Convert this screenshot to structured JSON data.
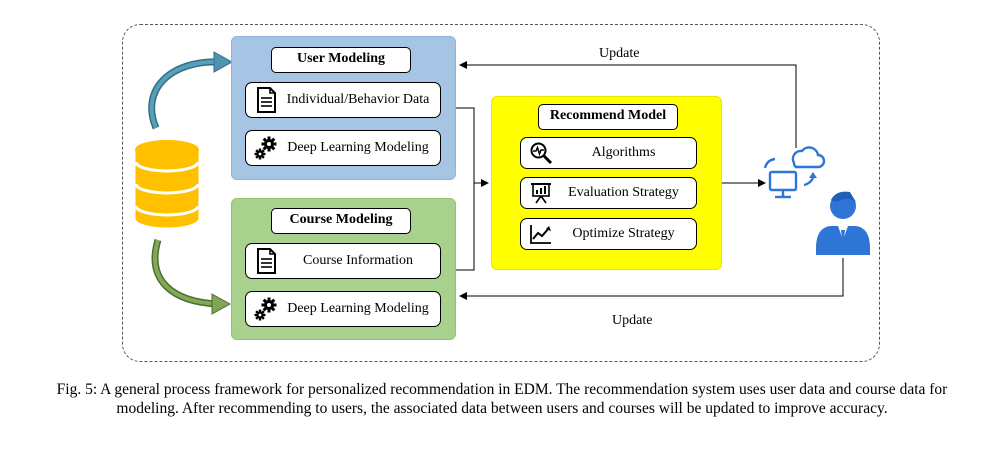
{
  "user_modeling": {
    "title": "User Modeling",
    "items": [
      {
        "label": "Individual/Behavior Data",
        "icon": "document-icon"
      },
      {
        "label": "Deep Learning  Modeling",
        "icon": "gears-icon"
      }
    ]
  },
  "course_modeling": {
    "title": "Course Modeling",
    "items": [
      {
        "label": "Course Information",
        "icon": "document-icon"
      },
      {
        "label": "Deep Learning  Modeling",
        "icon": "gears-icon"
      }
    ]
  },
  "recommend_model": {
    "title": "Recommend Model",
    "items": [
      {
        "label": "Algorithms",
        "icon": "magnifier-icon"
      },
      {
        "label": "Evaluation Strategy",
        "icon": "presentation-chart-icon"
      },
      {
        "label": "Optimize Strategy",
        "icon": "line-chart-icon"
      }
    ]
  },
  "update_top": "Update",
  "update_bottom": "Update",
  "caption": "Fig. 5: A general process framework for personalized recommendation in EDM. The recommendation system uses user data and course data for modeling. After recommending to users, the associated data between users and courses will be updated to improve accuracy.",
  "colors": {
    "user_panel": "#a6c4e3",
    "course_panel": "#a9d18e",
    "recommend_panel": "#ffff00",
    "database": "#ffc000",
    "user_icon": "#2e75d6"
  }
}
